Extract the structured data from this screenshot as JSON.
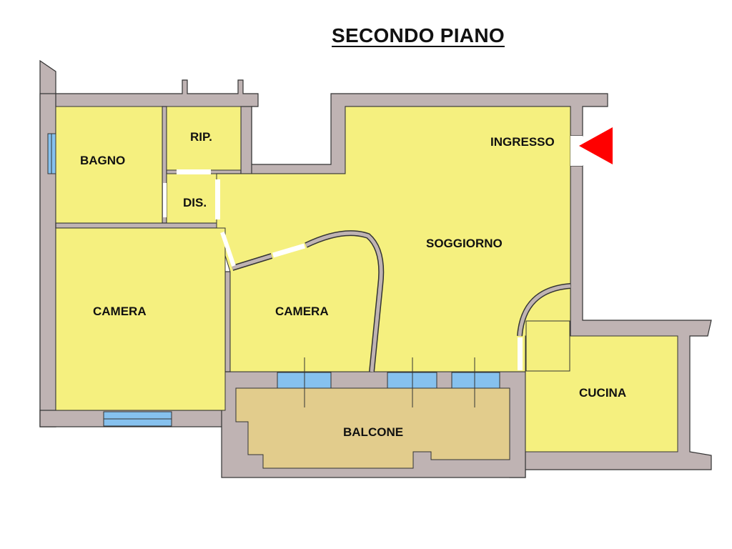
{
  "title": "SECONDO PIANO",
  "rooms": {
    "bagno": "BAGNO",
    "rip": "RIP.",
    "dis": "DIS.",
    "ingresso": "INGRESSO",
    "soggiorno": "SOGGIORNO",
    "camera_left": "CAMERA",
    "camera_mid": "CAMERA",
    "cucina": "CUCINA",
    "balcone": "BALCONE"
  },
  "colors": {
    "room": "#f5f07f",
    "balcony": "#e2cc8c",
    "wall": "#bfb3b3",
    "window": "#86c1ee",
    "entrance_arrow": "#ff0000"
  }
}
